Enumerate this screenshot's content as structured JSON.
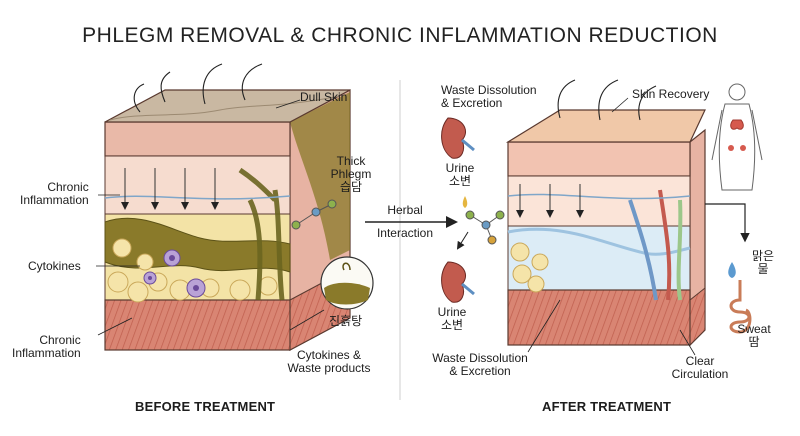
{
  "title": "PHLEGM REMOVAL & CHRONIC INFLAMMATION REDUCTION",
  "before": {
    "caption": "BEFORE TREATMENT",
    "dull_skin": "Dull Skin",
    "chronic_inflammation_top": "Chronic\nInflammation",
    "cytokines": "Cytokines",
    "chronic_inflammation_bottom": "Chronic\nInflammation",
    "thick_phlegm": "Thick\nPhlegm\n습담",
    "mud_label": "진흙탕",
    "cytokines_waste": "Cytokines &\nWaste products"
  },
  "middle": {
    "herbal": "Herbal",
    "interaction": "Interaction",
    "waste_top": "Waste Dissolution\n& Excretion",
    "urine_top": "Urine\n소변",
    "urine_bottom": "Urine\n소변",
    "waste_bottom": "Waste Dissolution\n& Excretion"
  },
  "after": {
    "caption": "AFTER TREATMENT",
    "skin_recovery": "Skin Recovery",
    "clear_water": "맑은\n물",
    "sweat": "Sweat\n땀",
    "clear_circulation": "Clear\nCirculation"
  },
  "colors": {
    "skin_top": "#c9b8a2",
    "skin_top_after": "#f0c8a8",
    "phlegm": "#8a7a2a",
    "fat": "#f3e3a6",
    "muscle": "#d98573",
    "clear_fluid": "#cfe3f2",
    "lymph_green": "#9cc78a"
  }
}
